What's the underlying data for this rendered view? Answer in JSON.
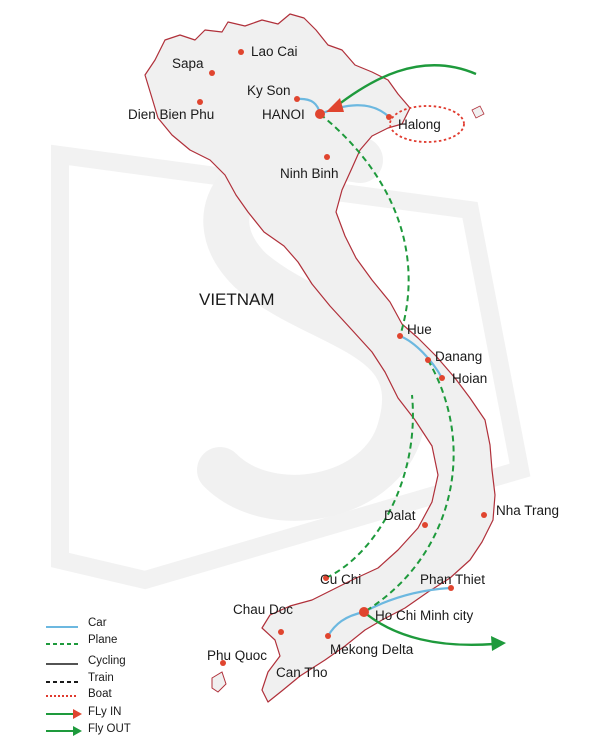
{
  "map": {
    "country_label": "VIETNAM",
    "cities": [
      {
        "id": "lao-cai",
        "label": "Lao Cai"
      },
      {
        "id": "sapa",
        "label": "Sapa"
      },
      {
        "id": "ky-son",
        "label": "Ky Son"
      },
      {
        "id": "hanoi",
        "label": "HANOI"
      },
      {
        "id": "dien-bien-phu",
        "label": "Dien Bien Phu"
      },
      {
        "id": "halong",
        "label": "Halong"
      },
      {
        "id": "ninh-binh",
        "label": "Ninh Binh"
      },
      {
        "id": "hue",
        "label": "Hue"
      },
      {
        "id": "danang",
        "label": "Danang"
      },
      {
        "id": "hoian",
        "label": "Hoian"
      },
      {
        "id": "nha-trang",
        "label": "Nha Trang"
      },
      {
        "id": "dalat",
        "label": "Dalat"
      },
      {
        "id": "cu-chi",
        "label": "Cu Chi"
      },
      {
        "id": "phan-thiet",
        "label": "Phan Thiet"
      },
      {
        "id": "chau-doc",
        "label": "Chau Doc"
      },
      {
        "id": "ho-chi-minh",
        "label": "Ho Chi Minh city"
      },
      {
        "id": "mekong-delta",
        "label": "Mekong Delta"
      },
      {
        "id": "phu-quoc",
        "label": "Phu Quoc"
      },
      {
        "id": "can-tho",
        "label": "Can Tho"
      }
    ]
  },
  "legend": {
    "items": [
      {
        "id": "car",
        "label": "Car"
      },
      {
        "id": "plane",
        "label": "Plane"
      },
      {
        "id": "cycling",
        "label": "Cycling"
      },
      {
        "id": "train",
        "label": "Train"
      },
      {
        "id": "boat",
        "label": "Boat"
      },
      {
        "id": "fly-in",
        "label": "FLy IN"
      },
      {
        "id": "fly-out",
        "label": "Fly OUT"
      }
    ]
  },
  "colors": {
    "car": "#6cb8e0",
    "plane": "#1e9a3c",
    "boat": "#e03a2e",
    "city_dot": "#e0452f",
    "border": "#b0303a",
    "land": "#f0f0f0",
    "fly_arrow": "#1e9a3c",
    "fly_in_head": "#e0452f"
  }
}
